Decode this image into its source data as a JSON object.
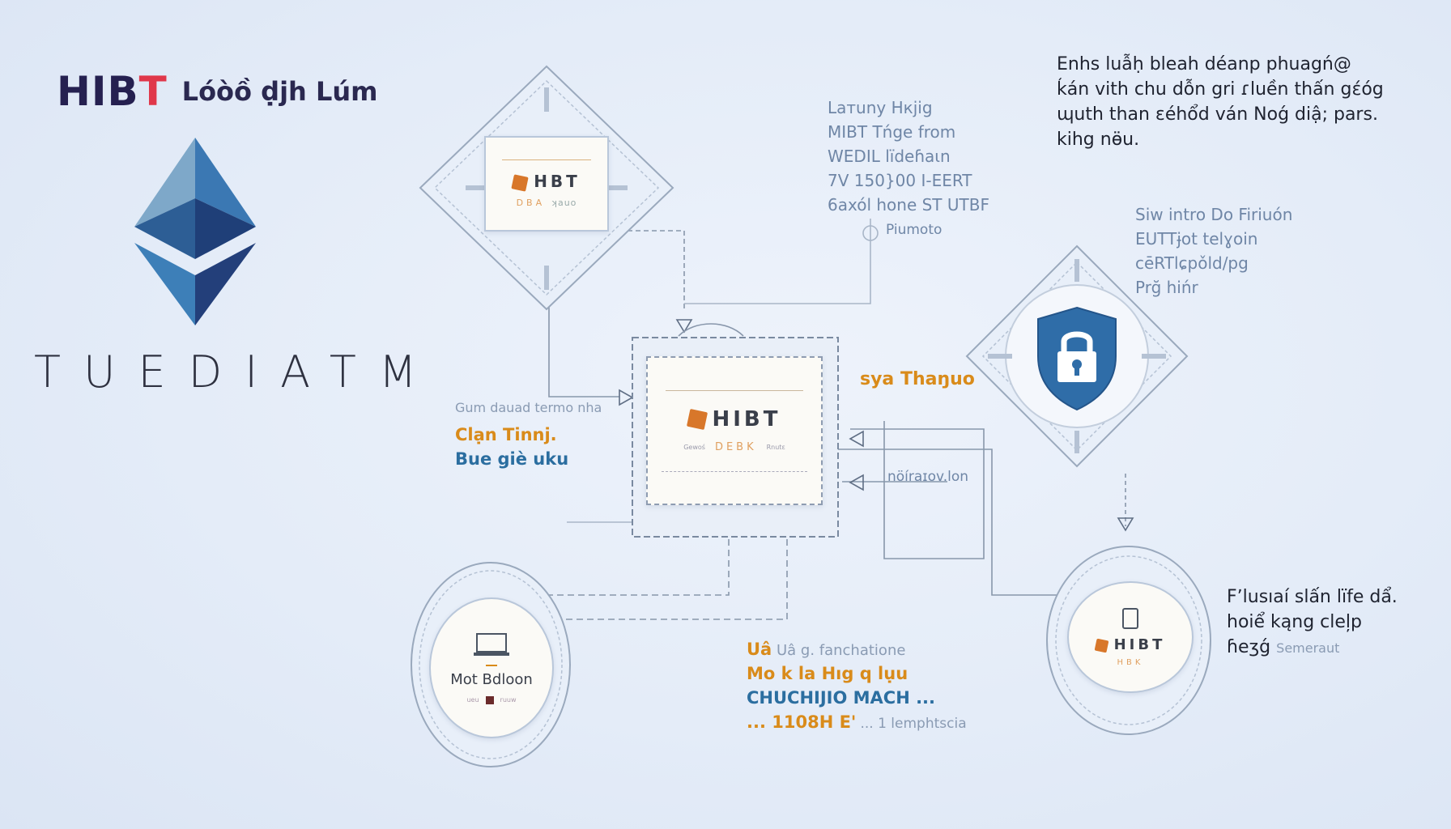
{
  "brand": {
    "mark": "HIB",
    "mark_accent": "T",
    "title": "Lóòồ ḍjh Lúm"
  },
  "ethereum": {
    "word": "TUEDIATM",
    "logo_icon": "ethereum-diamond-icon"
  },
  "top_right_paragraph": [
    "Enhs luẫḥ bleah déanp phuagń@",
    "ḱán vith chu dỗn gri ɾluền thấn gέóg",
    "ɰuth than ɛéhổd ván Noǵ diậ; pars.",
    "kihg nɵ̈u."
  ],
  "top_center_notes": [
    "Laтuny Hкjig",
    "MIBT Tńge from",
    "WEDIL lïdeɦaɩn",
    "7V 150}00 I-EERT",
    "6axól hone ST UTBF"
  ],
  "top_center_caption": "Piumoto",
  "right_notes": [
    "Siw intro Do Firiuón",
    "EUTTɉot telɣoin",
    "cēRTlɕpǒld/pg",
    "Prğ hińr"
  ],
  "security_label": "sya Thaŋuo",
  "security_icon": "padlock-shield-icon",
  "left_notes": {
    "gray": "Gum dauad termo nha",
    "orange": "Clạn Tinnj.",
    "blue": "Bue giè uku"
  },
  "mid_right_caption": "nöíraɪov.lon",
  "center_card": {
    "label": "HIBT",
    "sub": "DEBK",
    "tiny_left": "Gеwoś",
    "tiny_right": "Rnutɛ"
  },
  "top_card": {
    "label": "HBT",
    "sub": "DBA",
    "tiny": "ʞauo"
  },
  "bottom_left_card": {
    "label": "Mot Bdloon",
    "tiny_left": "ueu",
    "tiny_right": "ruuw",
    "icon": "laptop-icon"
  },
  "bottom_right_card": {
    "label": "HIBT",
    "sub": "HBK",
    "icon": "phone-icon"
  },
  "bottom_center_notes": {
    "gray": "Uâ g. fanchatione",
    "orange": "Mo k la Hıg q lụu",
    "blue": "CHUCHIJIO MACH ...",
    "orange2": "... 1108H E'",
    "gray2": "... 1 lemphtscia"
  },
  "bottom_right_paragraph": [
    "Fʼlusıaí slấn lïfe dẩ.",
    "hoiể kąng cleļp",
    "ɦeʒǵ"
  ],
  "bottom_right_small": "Semeraut",
  "colors": {
    "accent_red": "#e0374a",
    "navy": "#252050",
    "orange": "#d98b1a",
    "blue": "#2b6ea0",
    "shield_blue": "#2f6da8"
  }
}
